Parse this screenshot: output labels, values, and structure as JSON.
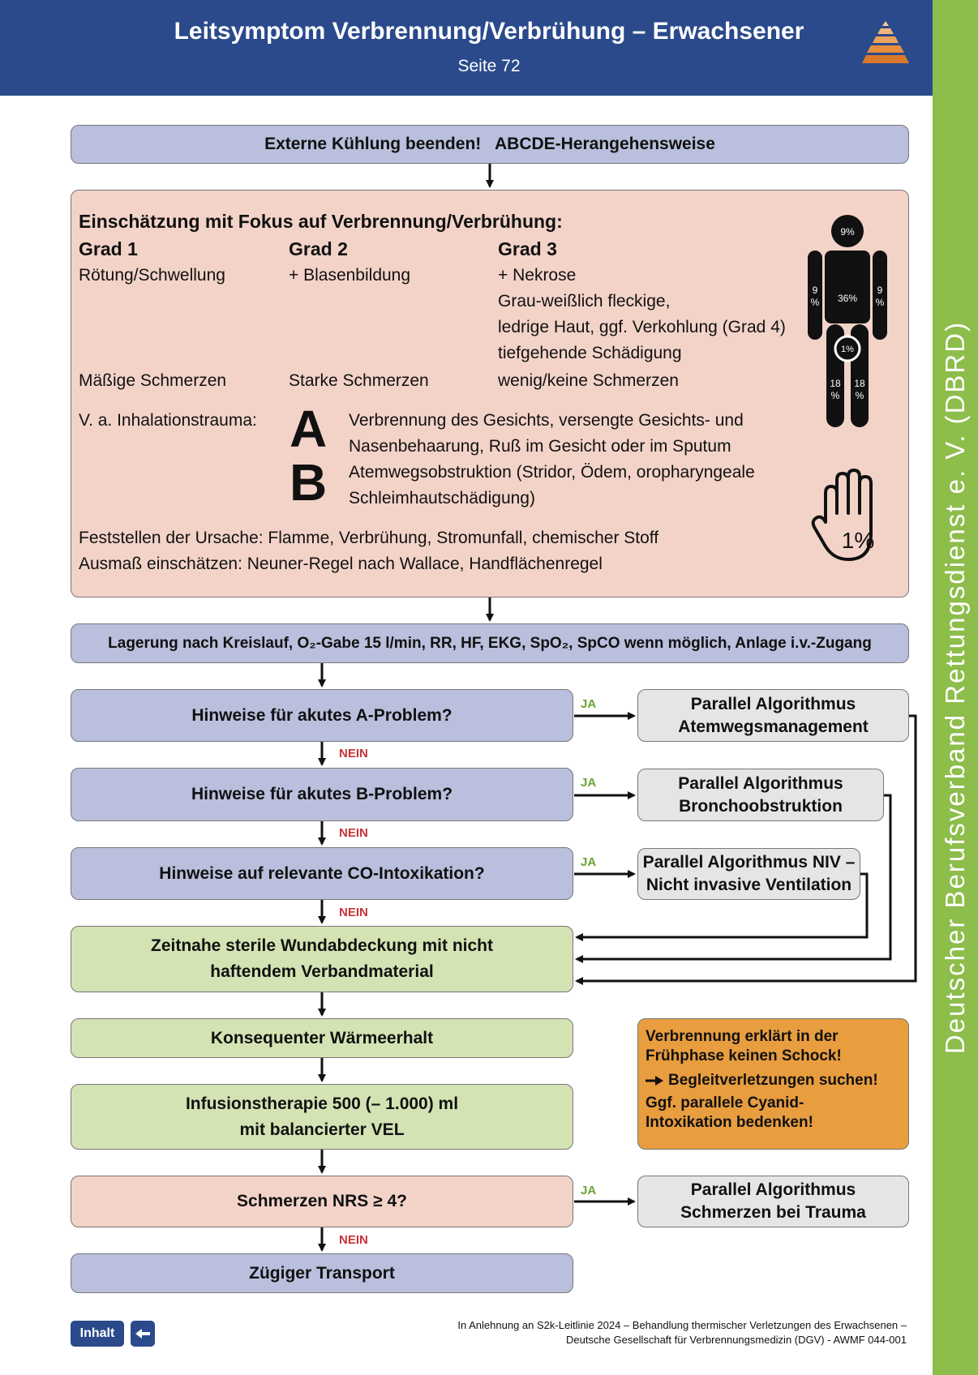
{
  "header": {
    "title": "Leitsymptom Verbrennung/Verbrühung – Erwachsener",
    "page": "Seite 72",
    "background_color": "#2a4a8c",
    "logo_icon": "pyramid-logo-icon"
  },
  "sidebar": {
    "text": "Deutscher Berufsverband Rettungsdienst e. V. (DBRD)",
    "color": "#8dbd4a"
  },
  "flow": {
    "step1": "Externe Kühlung beenden!   ABCDE-Herangehensweise",
    "assessment": {
      "title": "Einschätzung mit Fokus auf Verbrennung/Verbrühung:",
      "grades": [
        {
          "label": "Grad 1",
          "sign": "Rötung/Schwellung",
          "lines": [],
          "pain": "Mäßige Schmerzen"
        },
        {
          "label": "Grad 2",
          "sign": "+ Blasenbildung",
          "lines": [],
          "pain": "Starke Schmerzen"
        },
        {
          "label": "Grad 3",
          "sign": "+ Nekrose",
          "lines": [
            "Grau-weißlich fleckige,",
            "ledrige Haut, ggf. Verkohlung (Grad 4)",
            "tiefgehende Schädigung"
          ],
          "pain": "wenig/keine Schmerzen"
        }
      ],
      "inhalation_label": "V. a. Inhalationstrauma:",
      "inhalation_items": [
        {
          "letter": "A",
          "lines": [
            "Verbrennung des Gesichts, versengte Gesichts- und",
            "Nasenbehaarung, Ruß im Gesicht oder im Sputum"
          ]
        },
        {
          "letter": "B",
          "lines": [
            "Atemwegsobstruktion (Stridor, Ödem, oropharyngeale",
            "Schleimhautschädigung)"
          ]
        }
      ],
      "cause": "Feststellen der Ursache: Flamme, Verbrühung, Stromunfall, chemischer Stoff",
      "extent": "Ausmaß einschätzen: Neuner-Regel nach Wallace, Handflächenregel",
      "body_figure": {
        "icon": "body-rule-of-nines-icon",
        "head": "9%",
        "trunk": "36%",
        "arm_left": [
          "9",
          "%"
        ],
        "arm_right": [
          "9",
          "%"
        ],
        "genital": "1%",
        "leg_left": [
          "18",
          "%"
        ],
        "leg_right": [
          "18",
          "%"
        ]
      },
      "hand_figure": {
        "icon": "palm-hand-icon",
        "label": "1%"
      }
    },
    "step3": "Lagerung nach Kreislauf, O₂-Gabe 15 l/min, RR, HF, EKG, SpO₂, SpCO wenn möglich, Anlage i.v.-Zugang",
    "questions": [
      {
        "text": "Hinweise für akutes A-Problem?",
        "yes": "JA",
        "no": "NEIN",
        "parallel": [
          "Parallel Algorithmus",
          "Atemwegsmanagement"
        ]
      },
      {
        "text": "Hinweise für akutes B-Problem?",
        "yes": "JA",
        "no": "NEIN",
        "parallel": [
          "Parallel Algorithmus",
          "Bronchoobstruktion"
        ]
      },
      {
        "text": "Hinweise auf relevante CO-Intoxikation?",
        "yes": "JA",
        "no": "NEIN",
        "parallel": [
          "Parallel Algorithmus NIV –",
          "Nicht invasive Ventilation"
        ]
      }
    ],
    "wound": [
      "Zeitnahe sterile Wundabdeckung mit nicht",
      "haftendem Verbandmaterial"
    ],
    "warmth": "Konsequenter Wärmeerhalt",
    "infusion": [
      "Infusionstherapie 500 (– 1.000) ml",
      "mit balancierter VEL"
    ],
    "note": {
      "line1": "Verbrennung erklärt in der",
      "line2": "Frühphase keinen Schock!",
      "arrow_icon": "arrow-right-icon",
      "line3": "Begleitverletzungen suchen!",
      "line4": "Ggf. parallele Cyanid-",
      "line5": "Intoxikation bedenken!",
      "color": "#e89d3f"
    },
    "pain": {
      "text": "Schmerzen NRS ≥ 4?",
      "yes": "JA",
      "no": "NEIN",
      "parallel": [
        "Parallel Algorithmus",
        "Schmerzen bei Trauma"
      ]
    },
    "transport": "Zügiger Transport"
  },
  "footer": {
    "contents_button": "Inhalt",
    "back_icon": "back-arrow-icon",
    "source_line1": "In Anlehnung an S2k-Leitlinie 2024 – Behandlung thermischer Verletzungen des Erwachsenen –",
    "source_line2": "Deutsche Gesellschaft für Verbrennungsmedizin (DGV) - AWMF 044-001"
  },
  "colors": {
    "question_blue": "#b9bfdc",
    "action_green": "#d3e3b3",
    "assessment_pink": "#f3d3c8",
    "parallel_gray": "#e5e5e5",
    "yes_green": "#6aa332",
    "no_red": "#c6343a"
  }
}
